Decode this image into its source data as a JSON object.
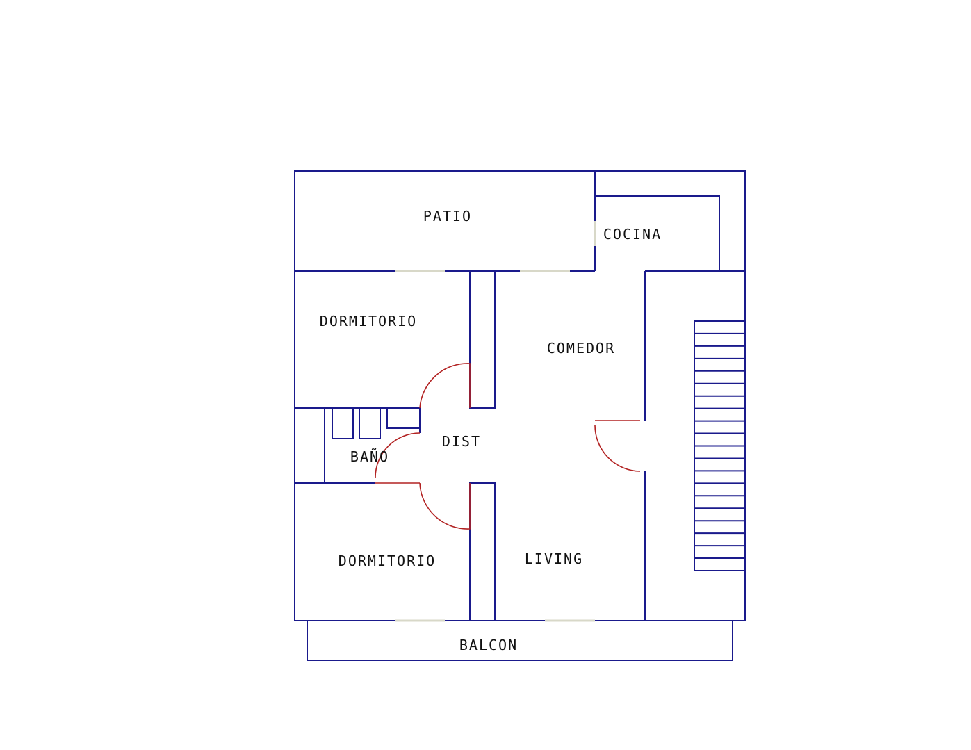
{
  "plan": {
    "colors": {
      "walls": "#1a1a8c",
      "doors": "#b22222",
      "windows": "#d8d8c8",
      "background": "#ffffff"
    },
    "rooms": {
      "patio": "PATIO",
      "cocina": "COCINA",
      "dormitorio_1": "DORMITORIO",
      "comedor": "COMEDOR",
      "dist": "DIST",
      "bano": "BAÑO",
      "dormitorio_2": "DORMITORIO",
      "living": "LIVING",
      "balcon": "BALCON"
    },
    "stair_steps": 20
  }
}
